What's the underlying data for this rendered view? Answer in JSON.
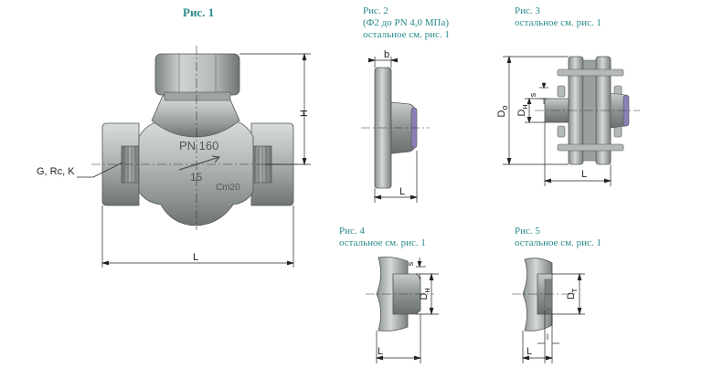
{
  "captions": {
    "fig1": "Рис. 1",
    "fig2_line1": "Рис. 2",
    "fig2_line2": "(Ф2 до PN 4,0 МПа)",
    "fig2_line3": "остальное см. рис. 1",
    "fig3_line1": "Рис. 3",
    "fig3_line2": "остальное см. рис. 1",
    "fig4_line1": "Рис. 4",
    "fig4_line2": "остальное см. рис. 1",
    "fig5_line1": "Рис. 5",
    "fig5_line2": "остальное см. рис. 1"
  },
  "fig1": {
    "thread_label": "G, Rc, K",
    "dim_H": "H",
    "dim_L": "L",
    "embossed_pn": "PN 160",
    "embossed_dn": "15",
    "embossed_material": "Cm20"
  },
  "fig2": {
    "dim_b": "b",
    "dim_L": "L"
  },
  "fig3": {
    "dim_Do": "D",
    "dim_Do_sub": "o",
    "dim_Dh": "D",
    "dim_Dh_sub": "н",
    "dim_s": "s",
    "dim_L": "L"
  },
  "fig4": {
    "dim_s": "s",
    "dim_Dh": "D",
    "dim_Dh_sub": "н",
    "dim_L": "L"
  },
  "fig5": {
    "dim_Dt": "D",
    "dim_Dt_sub": "т",
    "dim_l": "l",
    "dim_L": "L"
  }
}
